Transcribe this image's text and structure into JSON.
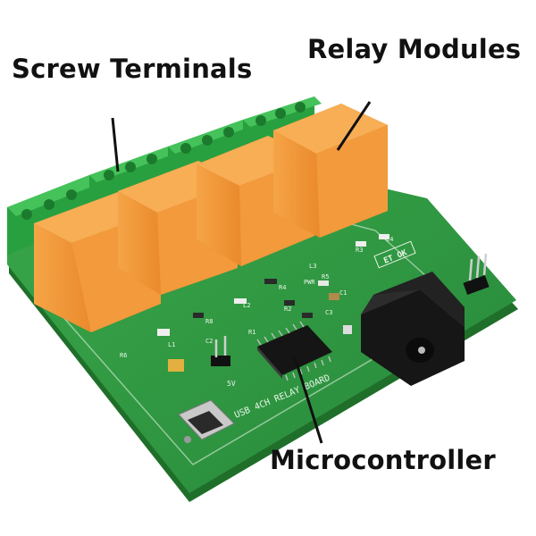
{
  "labels": {
    "screw_terminals": "Screw Terminals",
    "relay_modules": "Relay Modules",
    "microcontroller": "Microcontroller"
  },
  "board_silkscreen": {
    "title": "USB 4CH RELAY BOARD",
    "brand": "ET OK",
    "voltage": "5V",
    "refs": [
      "L1",
      "L2",
      "L3",
      "L4",
      "R1",
      "R2",
      "R3",
      "R4",
      "R5",
      "R6",
      "R8",
      "C1",
      "C2",
      "C3",
      "PWR"
    ]
  },
  "colors": {
    "pcb": "#2f9a3e",
    "pcb_edge": "#1f6f2a",
    "relay": "#f39a3a",
    "relay_top": "#f7ae55",
    "terminal": "#2fa844",
    "jack": "#1b1b1b",
    "label_text": "#111111"
  }
}
